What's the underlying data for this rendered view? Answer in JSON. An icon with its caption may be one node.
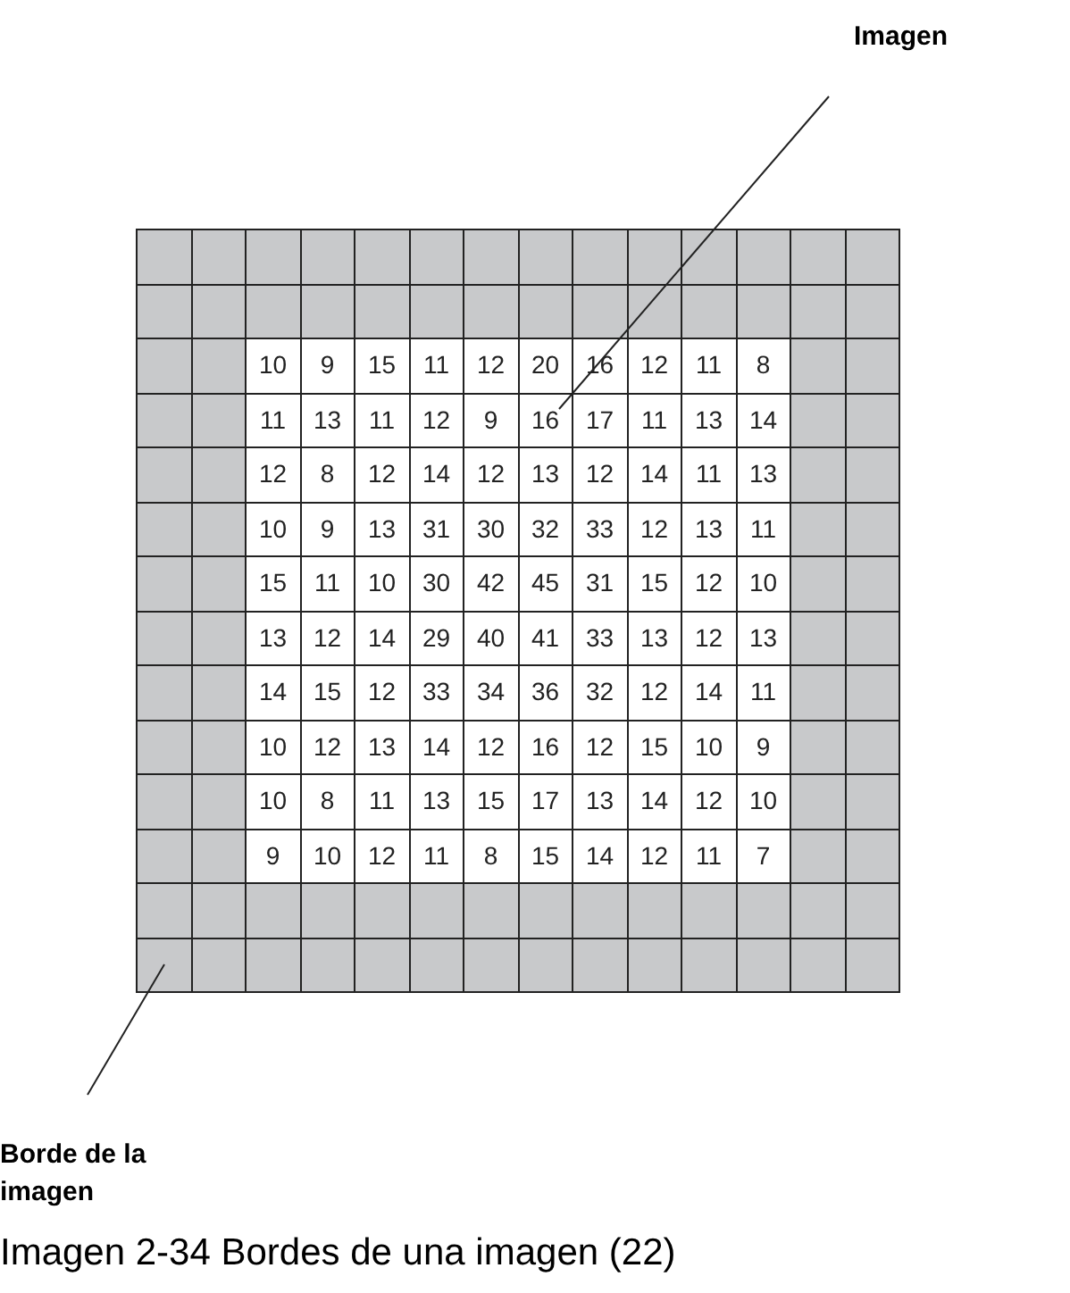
{
  "diagram": {
    "caption": "Imagen 2-34 Bordes de una imagen (22)",
    "nodes": [
      {
        "text": [
          "Imagen"
        ]
      },
      {
        "text": [],
        "shape": "box"
      },
      {
        "text": [
          "Borde de la imagen"
        ]
      },
      {
        "text": [],
        "shape": "box"
      }
    ],
    "edges": [
      {
        "from": 0,
        "to": 1,
        "arrow": "none"
      },
      {
        "from": 2,
        "to": 3,
        "arrow": "none"
      }
    ],
    "labels": [
      "10",
      "9",
      "15",
      "11",
      "12",
      "20",
      "16",
      "12",
      "11",
      "8",
      "11",
      "13",
      "11",
      "12",
      "9",
      "16",
      "17",
      "11",
      "13",
      "14",
      "12",
      "8",
      "12",
      "14",
      "12",
      "13",
      "12",
      "14",
      "11",
      "13",
      "10",
      "9",
      "13",
      "31",
      "30",
      "32",
      "33",
      "12",
      "13",
      "11",
      "15",
      "11",
      "10",
      "30",
      "42",
      "45",
      "31",
      "15",
      "12",
      "10",
      "13",
      "12",
      "14",
      "29",
      "40",
      "41",
      "33",
      "13",
      "12",
      "13",
      "14",
      "15",
      "12",
      "33",
      "34",
      "36",
      "32",
      "12",
      "14",
      "11",
      "10",
      "12",
      "13",
      "14",
      "12",
      "16",
      "12",
      "15",
      "10",
      "9",
      "10",
      "8",
      "11",
      "13",
      "15",
      "17",
      "13",
      "14",
      "12",
      "10",
      "9",
      "10",
      "12",
      "11",
      "8",
      "15",
      "14",
      "12",
      "11",
      "7"
    ]
  }
}
